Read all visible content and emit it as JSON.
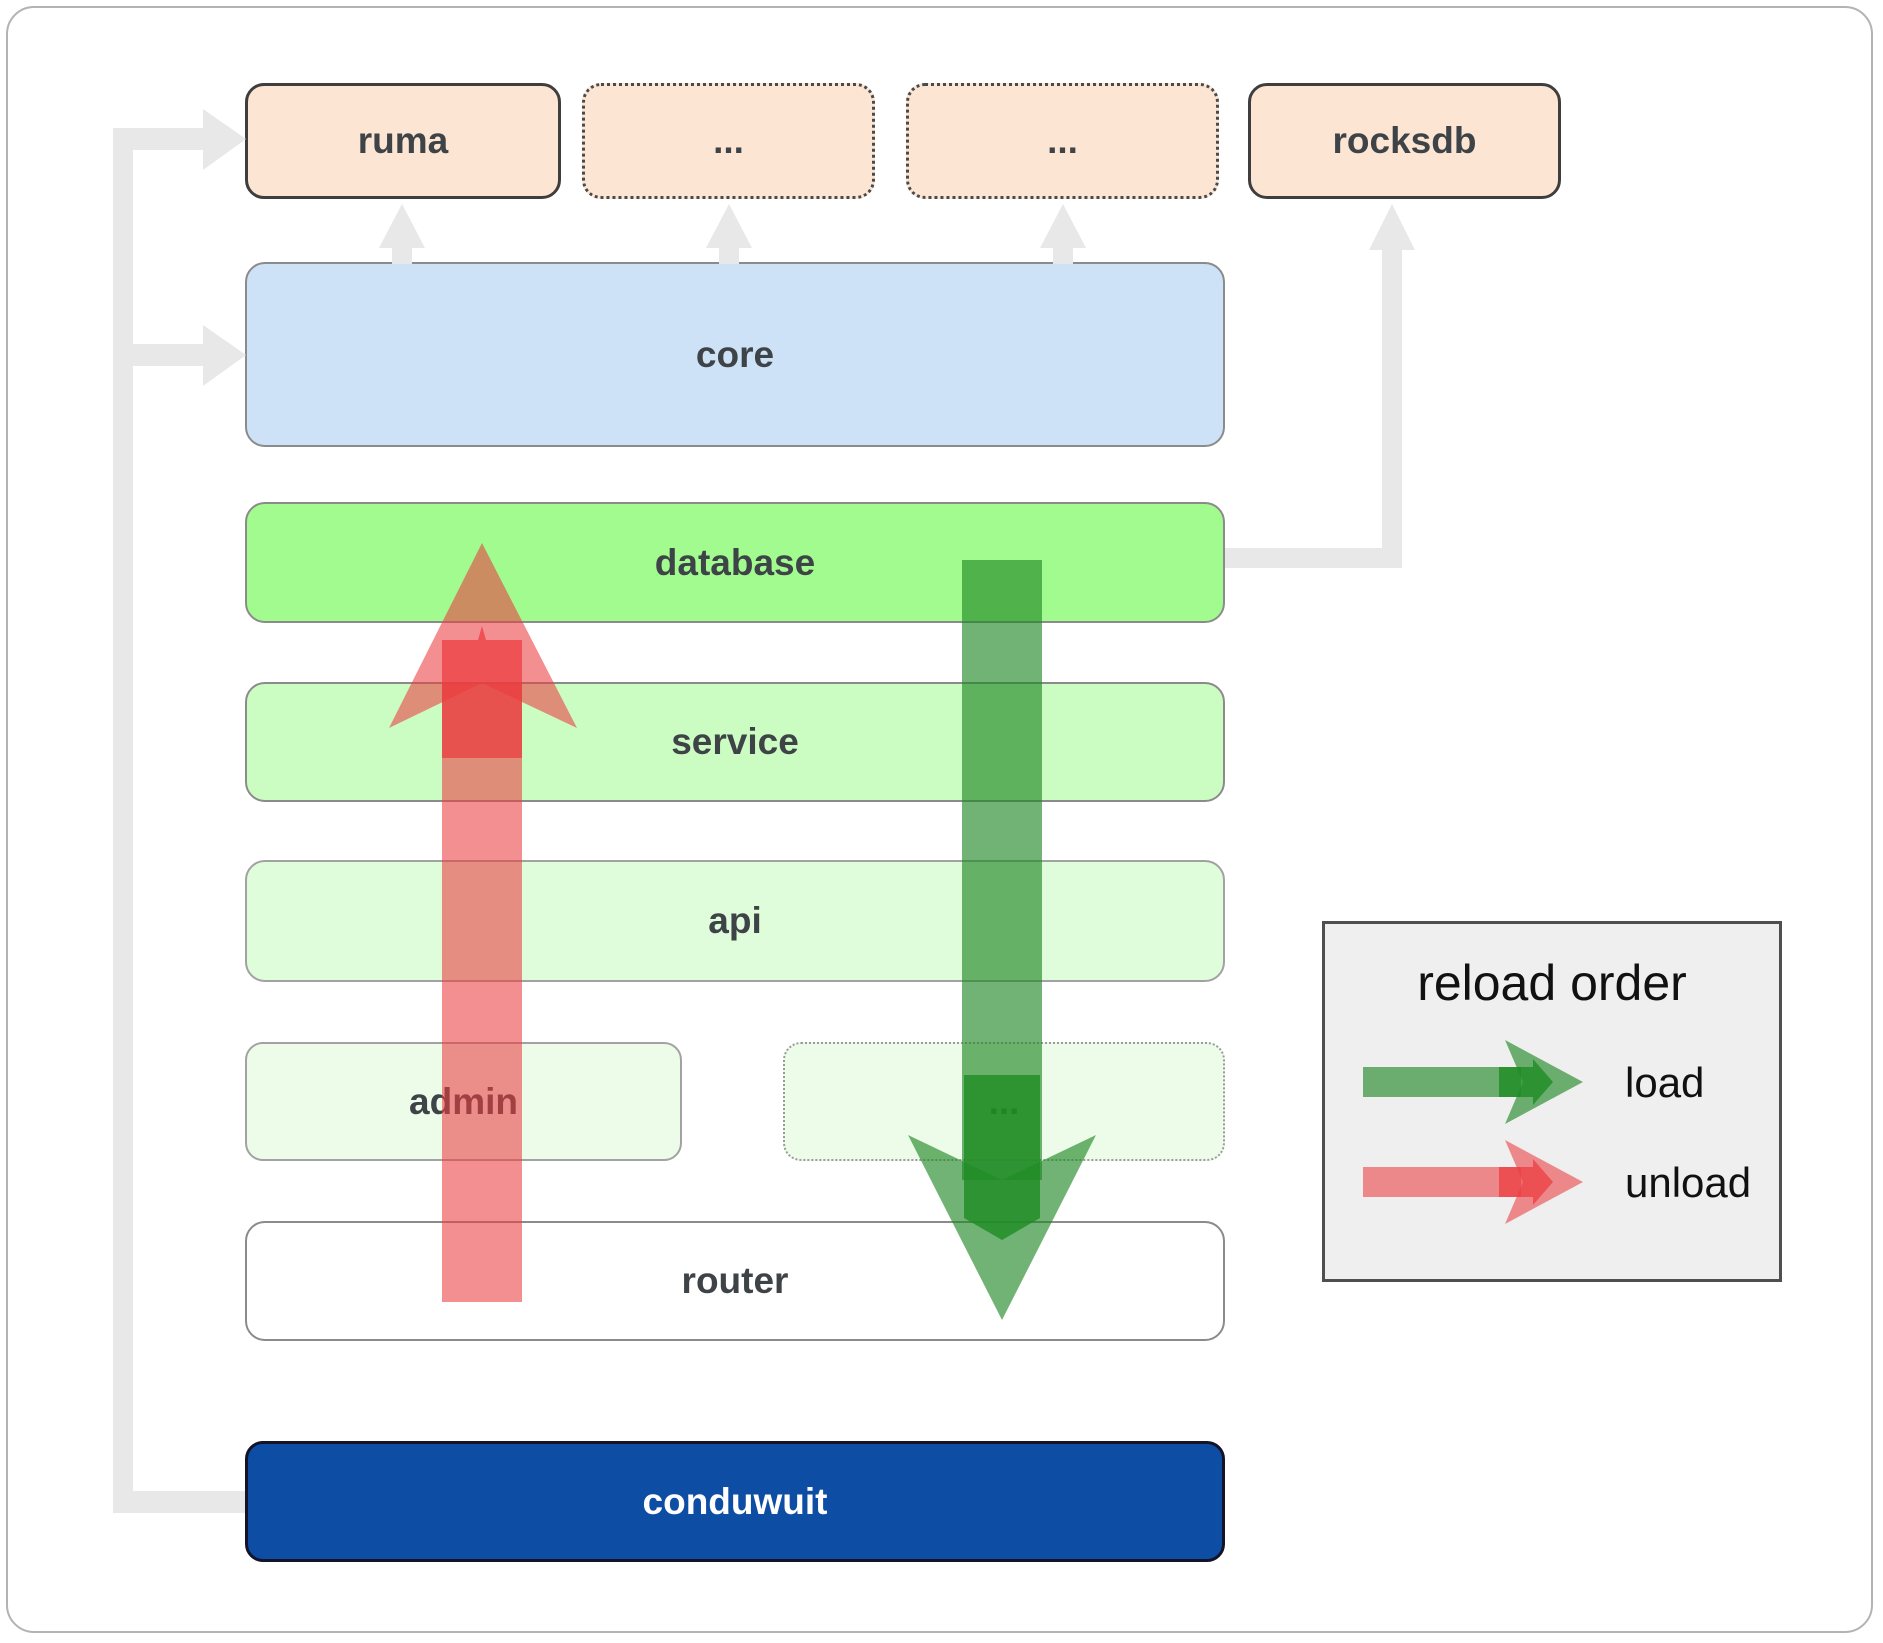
{
  "nodes": {
    "ruma": {
      "label": "ruma"
    },
    "crate_a": {
      "label": "..."
    },
    "crate_b": {
      "label": "..."
    },
    "rocksdb": {
      "label": "rocksdb"
    },
    "core": {
      "label": "core"
    },
    "database": {
      "label": "database"
    },
    "service": {
      "label": "service"
    },
    "api": {
      "label": "api"
    },
    "admin": {
      "label": "admin"
    },
    "admin_other": {
      "label": "..."
    },
    "router": {
      "label": "router"
    },
    "conduwuit": {
      "label": "conduwuit"
    }
  },
  "legend": {
    "title": "reload order",
    "items": [
      {
        "label": "load",
        "kind": "green"
      },
      {
        "label": "unload",
        "kind": "red"
      }
    ]
  },
  "colors": {
    "frame_border": "#b3b3b3",
    "node_border_dark": "#3e3e3e",
    "node_border_gray": "#8b8b8b",
    "node_border_light": "#a2a2a2",
    "dot_border_dark": "#4a4a4a",
    "dot_border_light": "#9b9b9b",
    "peach": "#fde5d3",
    "blue": "#cde2f7",
    "green1": "#a2fb8f",
    "green2": "#cbfdc3",
    "green3": "#dffdda",
    "green4": "#edfce9",
    "navy": "#0d4da3",
    "navy_border": "#13132a",
    "label": "#3e4347",
    "label_on_navy": "#ffffff",
    "conn": "#e8e8e8",
    "legend_bg": "#efefef",
    "legend_border": "#4f4f4f",
    "legend_text": "#111111",
    "load_arrow": "rgba(30,135,35,0.63)",
    "load_marker": "rgba(30,140,35,0.8)",
    "unload_arrow": "rgba(235,60,66,0.58)",
    "unload_marker": "rgba(235,60,62,0.72)"
  }
}
